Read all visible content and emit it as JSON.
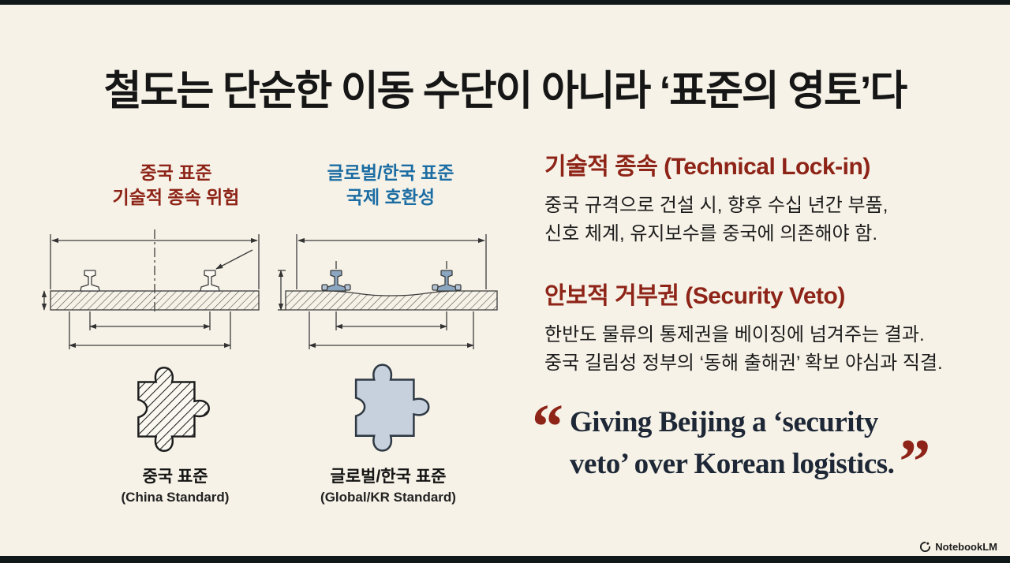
{
  "slide": {
    "title": "철도는 단순한 이동 수단이 아니라 ‘표준의 영토’다"
  },
  "diagram_panel": {
    "china": {
      "heading_line1": "중국 표준",
      "heading_line2": "기술적 종속 위험",
      "caption_line1": "중국 표준",
      "caption_line2": "(China Standard)"
    },
    "global": {
      "heading_line1": "글로벌/한국 표준",
      "heading_line2": "국제 호환성",
      "caption_line1": "글로벌/한국 표준",
      "caption_line2": "(Global/KR Standard)"
    }
  },
  "sections": {
    "lockin": {
      "heading": "기술적 종속 (Technical Lock-in)",
      "body_line1": "중국 규격으로 건설 시, 향후 수십 년간 부품,",
      "body_line2": "신호 체계, 유지보수를 중국에 의존해야 함."
    },
    "veto": {
      "heading": "안보적 거부권 (Security Veto)",
      "body_line1": "한반도 물류의 통제권을 베이징에 넘겨주는 결과.",
      "body_line2": "중국 길림성 정부의 ‘동해 출해권’ 확보 야심과 직결."
    }
  },
  "quote": {
    "open_mark": "“",
    "line1": "Giving Beijing a ‘security",
    "line2": "veto’ over Korean logistics.",
    "close_mark": "”"
  },
  "footer": {
    "brand": "NotebookLM"
  },
  "colors": {
    "background": "#f6f2e7",
    "edge_bar": "#11181a",
    "accent_red": "#8e2317",
    "accent_blue": "#1c6da3",
    "quote_ink": "#1d2736",
    "puzzle_blue": "#c7d1de"
  }
}
